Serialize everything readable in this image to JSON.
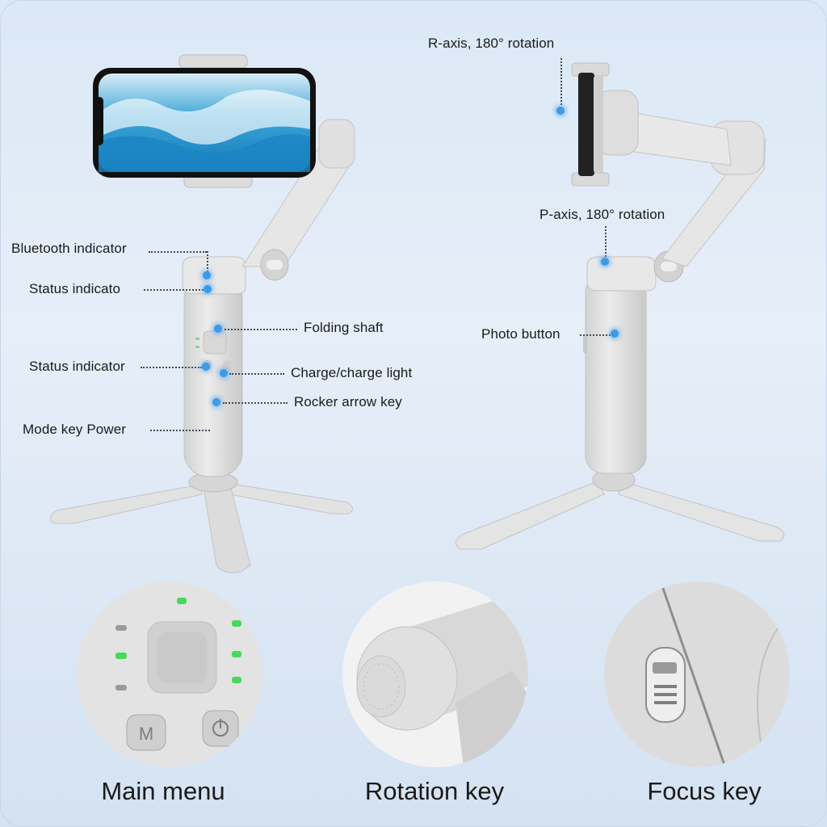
{
  "labels": {
    "r_axis": "R-axis, 180° rotation",
    "p_axis": "P-axis, 180° rotation",
    "photo_button": "Photo button",
    "bluetooth_indicator": "Bluetooth indicator",
    "status_indicato": "Status indicato",
    "folding_shaft": "Folding shaft",
    "status_indicator": "Status indicator",
    "charge_light": "Charge/charge light",
    "rocker_arrow_key": "Rocker arrow key",
    "mode_key_power": "Mode key Power"
  },
  "captions": {
    "main_menu": "Main menu",
    "rotation_key": "Rotation key",
    "focus_key": "Focus key"
  },
  "mode_button_glyph": "M",
  "colors": {
    "background": "#dde8f5",
    "device": "#e4e4e4",
    "indicator_dot": "#3d9be6",
    "led_green": "#48d85a"
  }
}
